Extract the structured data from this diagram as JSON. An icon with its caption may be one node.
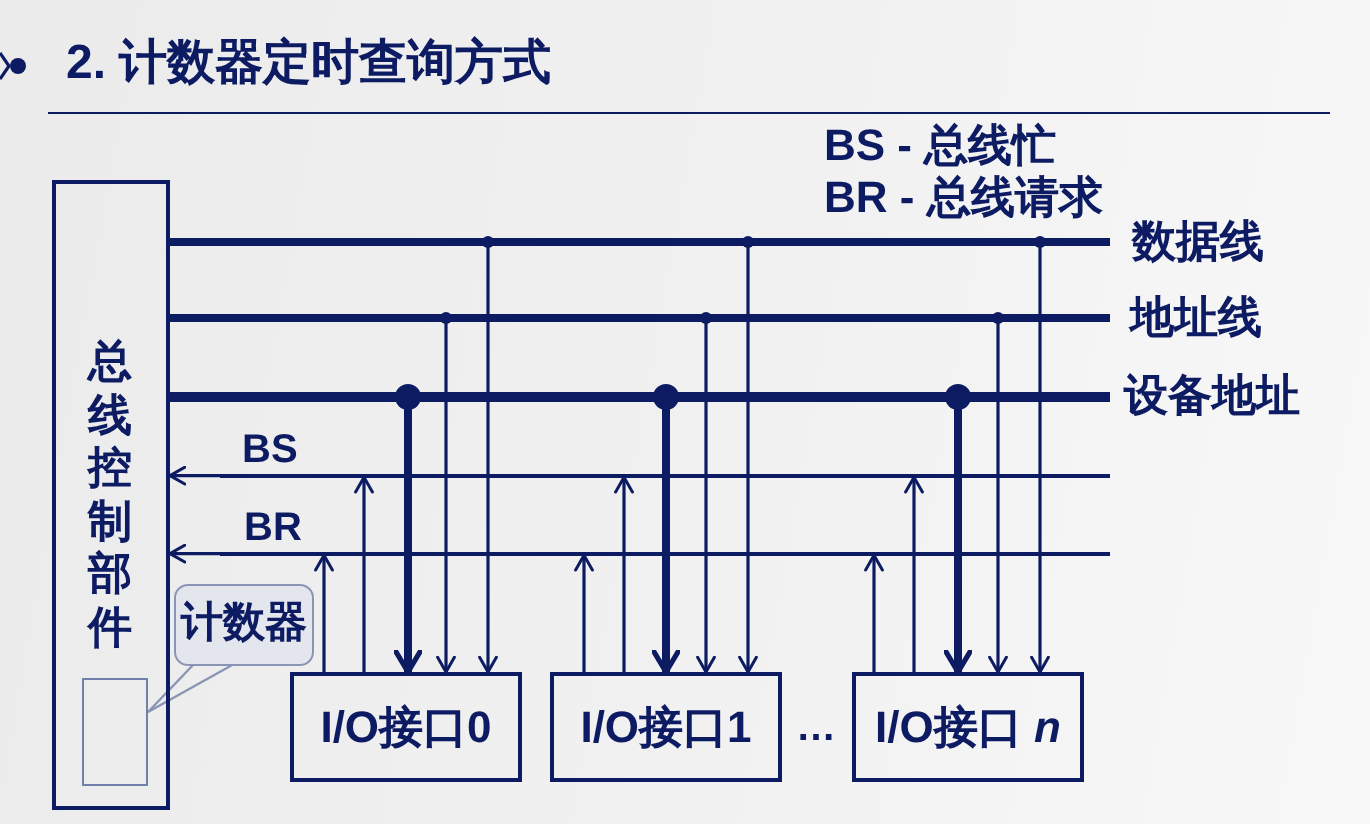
{
  "diagram": {
    "title": "2. 计数器定时查询方式",
    "nodes": [
      {
        "text": [
          "总线控制部件"
        ]
      },
      {
        "text": [],
        "shape": "box",
        "in": 0
      },
      {
        "text": [
          "计数器"
        ]
      },
      {
        "text": [],
        "shape": "line",
        "beside": [
          "数据线"
        ]
      },
      {
        "text": [],
        "shape": "line",
        "beside": [
          "地址线"
        ]
      },
      {
        "text": [],
        "shape": "line",
        "beside": [
          "设备地址"
        ]
      },
      {
        "text": [],
        "shape": "line",
        "beside": [
          "BS"
        ]
      },
      {
        "text": [],
        "shape": "line",
        "beside": [
          "BR"
        ]
      },
      {
        "text": [
          "I/O接口0"
        ]
      },
      {
        "text": [
          "I/O接口1"
        ]
      },
      {
        "text": [
          "I/O接口 *n*"
        ]
      }
    ],
    "edges": [
      {
        "from": 2,
        "to": 1,
        "arrow": "none",
        "color": "#8a95b6"
      },
      {
        "from": 6,
        "to": 0,
        "arrow": "to"
      },
      {
        "from": 7,
        "to": 0,
        "arrow": "to"
      },
      {
        "from": 8,
        "to": 7,
        "arrow": "to"
      },
      {
        "from": 8,
        "to": 6,
        "arrow": "to"
      },
      {
        "from": 5,
        "to": 8,
        "arrow": "to",
        "style": "thick"
      },
      {
        "from": 4,
        "to": 8,
        "arrow": "to"
      },
      {
        "from": 3,
        "to": 8,
        "arrow": "to"
      },
      {
        "from": 9,
        "to": 7,
        "arrow": "to"
      },
      {
        "from": 9,
        "to": 6,
        "arrow": "to"
      },
      {
        "from": 5,
        "to": 9,
        "arrow": "to",
        "style": "thick"
      },
      {
        "from": 4,
        "to": 9,
        "arrow": "to"
      },
      {
        "from": 3,
        "to": 9,
        "arrow": "to"
      },
      {
        "from": 10,
        "to": 7,
        "arrow": "to"
      },
      {
        "from": 10,
        "to": 6,
        "arrow": "to"
      },
      {
        "from": 5,
        "to": 10,
        "arrow": "to",
        "style": "thick"
      },
      {
        "from": 4,
        "to": 10,
        "arrow": "to"
      },
      {
        "from": 3,
        "to": 10,
        "arrow": "to"
      }
    ],
    "labels": [
      "BS - 总线忙",
      "BR - 总线请求",
      "…"
    ]
  }
}
